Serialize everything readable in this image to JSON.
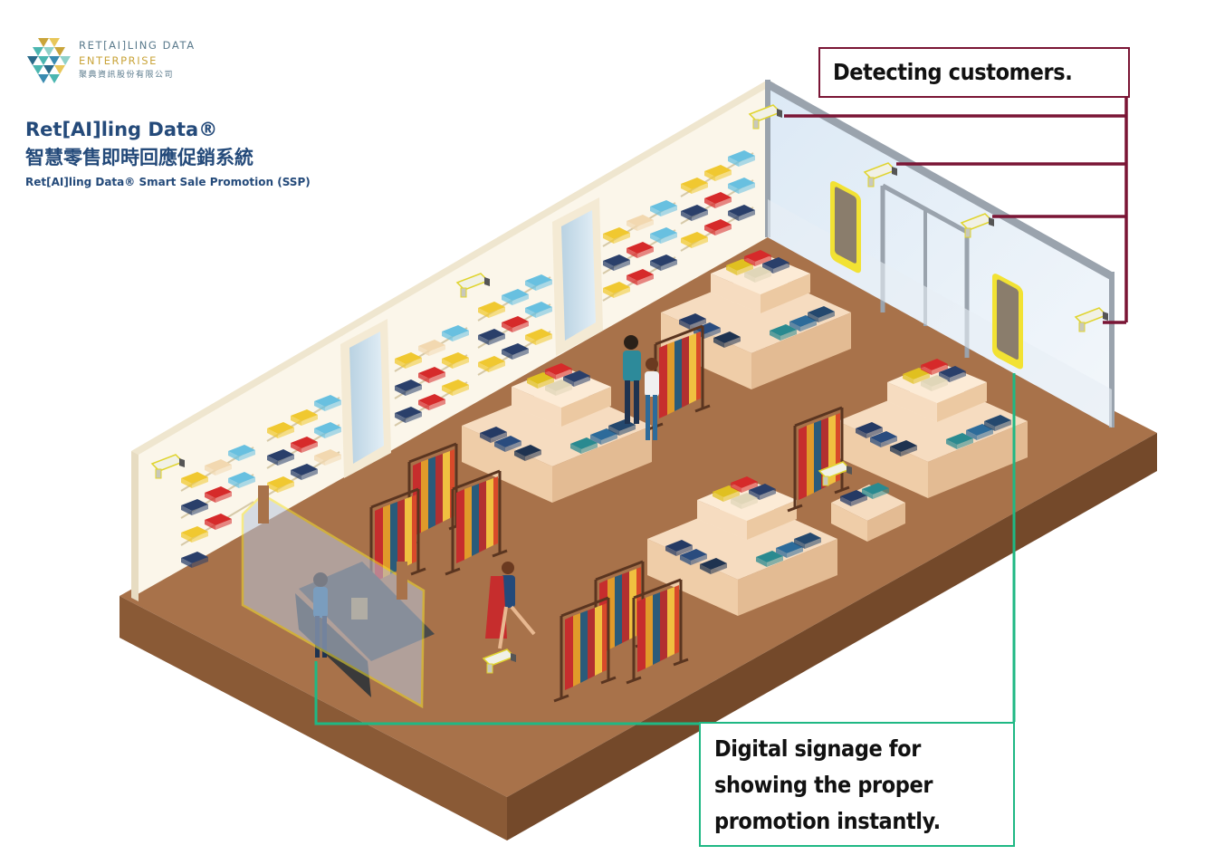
{
  "brand": {
    "logo_line1": "RET[AI]LING DATA",
    "logo_line2": "ENTERPRISE",
    "logo_line3": "聚典資訊股份有限公司",
    "title_en": "Ret[AI]ling Data®",
    "title_zh": "智慧零售即時回應促銷系統",
    "subtitle": "Ret[AI]ling Data® Smart Sale Promotion (SSP)",
    "colors": {
      "navy": "#244a7a",
      "gold": "#c9a43a",
      "teal": "#4bb6b0"
    }
  },
  "callouts": {
    "detecting": {
      "text": "Detecting customers.",
      "color": "#7a1535",
      "targets": [
        "security-camera-icon"
      ]
    },
    "signage": {
      "lines": [
        "Digital signage for",
        "showing the proper",
        "promotion instantly."
      ],
      "color": "#1fb884",
      "targets": [
        "digital-signage-icon",
        "pos-counter-screen"
      ]
    }
  },
  "scene": {
    "colors": {
      "floor": "#a8724a",
      "floor_edge": "#7f5230",
      "wall": "#fbf6ea",
      "highlight": "#f2e233"
    },
    "icons": [
      "security-camera-icon",
      "digital-signage-icon",
      "clothing-rack-icon",
      "display-table-icon",
      "shelf-icon",
      "mirror-icon",
      "shopper-icon",
      "cashier-icon"
    ]
  }
}
